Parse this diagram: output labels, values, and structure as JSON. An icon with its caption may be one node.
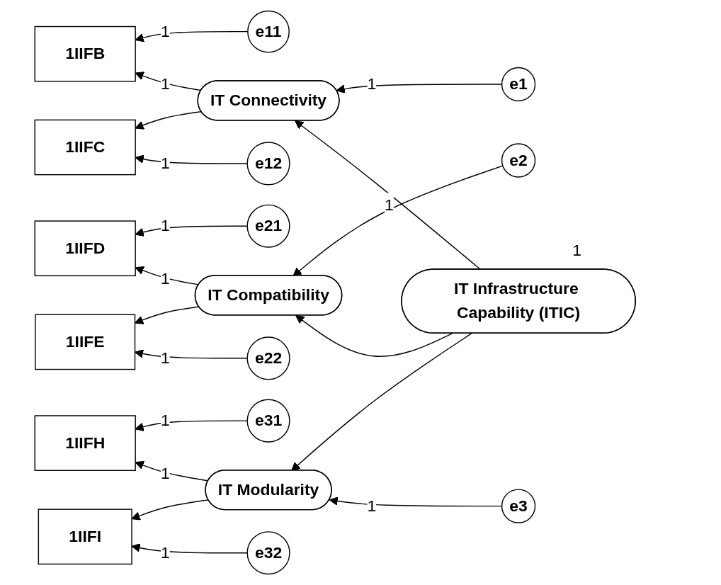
{
  "diagram": {
    "nodes": [
      {
        "text": [
          "e1"
        ]
      },
      {
        "text": [
          "e11"
        ]
      },
      {
        "text": [
          "1IIFB"
        ]
      },
      {
        "text": [
          "IT Connectivity"
        ]
      },
      {
        "text": [
          "e12"
        ]
      },
      {
        "text": [
          "1IIFC"
        ]
      },
      {
        "text": [
          "e2"
        ]
      },
      {
        "text": [
          "e21"
        ]
      },
      {
        "text": [
          "1IIFD"
        ]
      },
      {
        "text": [
          "IT Compatibility"
        ]
      },
      {
        "text": [
          "IT Infrastructure Capability (ITIC)"
        ],
        "beside": [
          "1"
        ]
      },
      {
        "text": [
          "e22"
        ]
      },
      {
        "text": [
          "1IIFE"
        ]
      },
      {
        "text": [
          "e31"
        ]
      },
      {
        "text": [
          "1IIFH"
        ]
      },
      {
        "text": [
          "IT Modularity"
        ]
      },
      {
        "text": [
          "e32"
        ]
      },
      {
        "text": [
          "1IIFI"
        ]
      },
      {
        "text": [
          "e3"
        ]
      }
    ],
    "edges": [
      {
        "from": 0,
        "to": 3,
        "arrow": "to",
        "label": "1"
      },
      {
        "from": 1,
        "to": 2,
        "arrow": "to",
        "label": "1"
      },
      {
        "from": 3,
        "to": 2,
        "arrow": "to",
        "label": "1"
      },
      {
        "from": 3,
        "to": 5,
        "arrow": "to"
      },
      {
        "from": 4,
        "to": 5,
        "arrow": "to",
        "label": "1"
      },
      {
        "from": 10,
        "to": 3,
        "arrow": "to"
      },
      {
        "from": 6,
        "to": 9,
        "arrow": "to",
        "label": "1"
      },
      {
        "from": 7,
        "to": 8,
        "arrow": "to",
        "label": "1"
      },
      {
        "from": 9,
        "to": 8,
        "arrow": "to",
        "label": "1"
      },
      {
        "from": 9,
        "to": 12,
        "arrow": "to"
      },
      {
        "from": 11,
        "to": 12,
        "arrow": "to",
        "label": "1"
      },
      {
        "from": 10,
        "to": 9,
        "arrow": "to"
      },
      {
        "from": 10,
        "to": 15,
        "arrow": "to"
      },
      {
        "from": 13,
        "to": 14,
        "arrow": "to",
        "label": "1"
      },
      {
        "from": 15,
        "to": 14,
        "arrow": "to",
        "label": "1"
      },
      {
        "from": 15,
        "to": 17,
        "arrow": "to"
      },
      {
        "from": 16,
        "to": 17,
        "arrow": "to",
        "label": "1"
      },
      {
        "from": 18,
        "to": 15,
        "arrow": "to",
        "label": "1"
      }
    ]
  }
}
